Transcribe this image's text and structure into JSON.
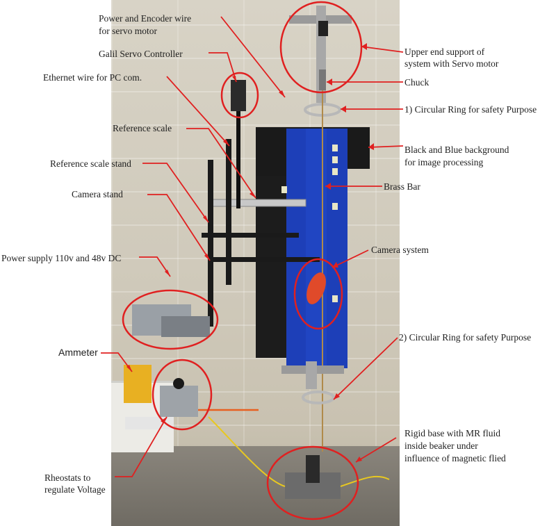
{
  "labels": {
    "power_encoder_1": "Power and Encoder wire",
    "power_encoder_2": "for servo motor",
    "galil": "Galil Servo Controller",
    "ethernet": "Ethernet wire for PC com.",
    "ref_scale": "Reference scale",
    "ref_scale_stand": "Reference scale stand",
    "camera_stand": "Camera stand",
    "power_supply": "Power supply 110v and 48v DC",
    "ammeter": "Ammeter",
    "rheostat_1": "Rheostats to",
    "rheostat_2": "regulate Voltage",
    "upper_support_1": "Upper end support of",
    "upper_support_2": "system with Servo motor",
    "chuck": "Chuck",
    "ring1": "1) Circular Ring for safety Purpose",
    "background_1": "Black and Blue background",
    "background_2": "for image processing",
    "brass_bar": "Brass Bar",
    "camera_system": "Camera system",
    "ring2": "2) Circular Ring for safety Purpose",
    "rigid_1": "Rigid base with MR fluid",
    "rigid_2": "inside beaker under",
    "rigid_3": "influence of magnetic flied"
  },
  "colors": {
    "annotation_red": "#e02020",
    "wall": "#d6d1c4",
    "blue_background": "#1d3fb8",
    "black_background": "#1a1a1a"
  }
}
